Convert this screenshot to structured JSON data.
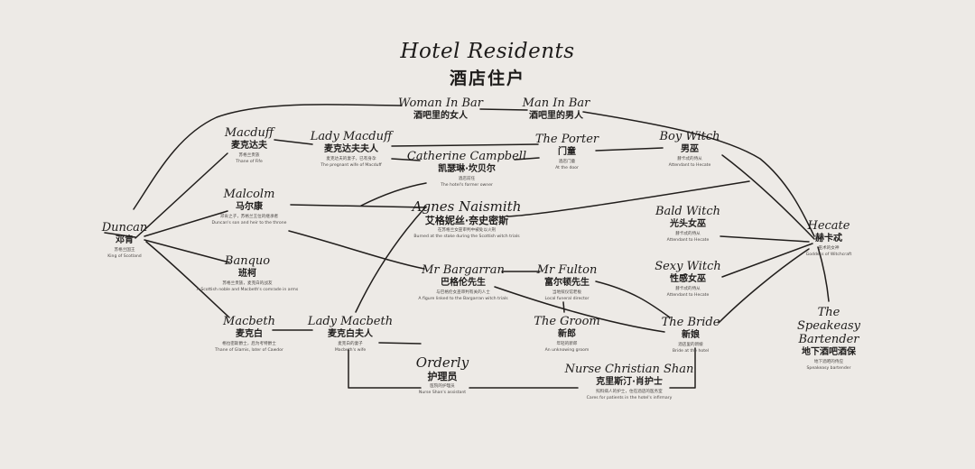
{
  "title": {
    "en": "Hotel Residents",
    "zh": "酒店住户"
  },
  "nodes": {
    "woman_in_bar": {
      "en": "Woman In Bar",
      "zh": "酒吧里的女人",
      "d1": "",
      "d2": ""
    },
    "man_in_bar": {
      "en": "Man In Bar",
      "zh": "酒吧里的男人",
      "d1": "",
      "d2": ""
    },
    "macduff": {
      "en": "Macduff",
      "zh": "麦克达夫",
      "d1": "苏格兰贵族",
      "d2": "Thane of Fife"
    },
    "lady_macduff": {
      "en": "Lady Macduff",
      "zh": "麦克达夫夫人",
      "d1": "麦克达夫的妻子，已有身孕",
      "d2": "The pregnant wife of Macduff"
    },
    "catherine": {
      "en": "Catherine Campbell",
      "zh": "凯瑟琳·坎贝尔",
      "d1": "酒店前任",
      "d2": "The hotel's former owner"
    },
    "porter": {
      "en": "The Porter",
      "zh": "门童",
      "d1": "酒店门童",
      "d2": "At the door"
    },
    "boy_witch": {
      "en": "Boy Witch",
      "zh": "男巫",
      "d1": "赫卡忒的侍从",
      "d2": "Attendant to Hecate"
    },
    "malcolm": {
      "en": "Malcolm",
      "zh": "马尔康",
      "d1": "邓肯之子，苏格兰王位的继承者",
      "d2": "Duncan's son and heir to the throne"
    },
    "agnes": {
      "en": "Agnes Naismith",
      "zh": "艾格妮丝·奈史密斯",
      "d1": "在苏格兰女巫审判中被处以火刑",
      "d2": "Burned at the stake during the Scottish witch trials"
    },
    "bald_witch": {
      "en": "Bald Witch",
      "zh": "光头女巫",
      "d1": "赫卡忒的侍从",
      "d2": "Attendant to Hecate"
    },
    "duncan": {
      "en": "Duncan",
      "zh": "邓肯",
      "d1": "苏格兰国王",
      "d2": "King of Scotland"
    },
    "hecate": {
      "en": "Hecate",
      "zh": "赫卡忒",
      "d1": "巫术的女神",
      "d2": "Goddess of Witchcraft"
    },
    "banquo": {
      "en": "Banquo",
      "zh": "班柯",
      "d1": "苏格兰贵族，麦克白的战友",
      "d2": "A Scottish noble and Macbeth's comrade in arms"
    },
    "bargarran": {
      "en": "Mr Bargarran",
      "zh": "巴格伦先生",
      "d1": "与巴格伦女巫审判有关的人士",
      "d2": "A figure linked to the Bargarran witch trials"
    },
    "fulton": {
      "en": "Mr Fulton",
      "zh": "富尔顿先生",
      "d1": "当地殡仪馆老板",
      "d2": "Local funeral director"
    },
    "sexy_witch": {
      "en": "Sexy Witch",
      "zh": "性感女巫",
      "d1": "赫卡忒的侍从",
      "d2": "Attendant to Hecate"
    },
    "groom": {
      "en": "The Groom",
      "zh": "新郎",
      "d1": "年轻的新郎",
      "d2": "An unknowing groom"
    },
    "macbeth": {
      "en": "Macbeth",
      "zh": "麦克白",
      "d1": "格拉密斯爵士，后为考特爵士",
      "d2": "Thane of Glamis, later of Cawdor"
    },
    "lady_macbeth": {
      "en": "Lady Macbeth",
      "zh": "麦克白夫人",
      "d1": "麦克白的妻子",
      "d2": "Macbeth's wife"
    },
    "bride": {
      "en": "The Bride",
      "zh": "新娘",
      "d1": "酒店里的新娘",
      "d2": "Bride at the hotel"
    },
    "speakeasy": {
      "en": "The Speakeasy Bartender",
      "zh": "地下酒吧酒保",
      "d1": "地下酒吧的侍应",
      "d2": "Speakeasy bartender"
    },
    "orderly": {
      "en": "Orderly",
      "zh": "护理员",
      "d1": "医院的护理员",
      "d2": "Nurse Shan's assistant"
    },
    "nurse_shan": {
      "en": "Nurse Christian Shan",
      "zh": "克里斯汀·肖护士",
      "d1": "照料病人的护士，住在酒店的医务室",
      "d2": "Cares for patients in the hotel's infirmary"
    }
  },
  "colors": {
    "background": "#edeae6",
    "ink": "#1d1b1a"
  }
}
